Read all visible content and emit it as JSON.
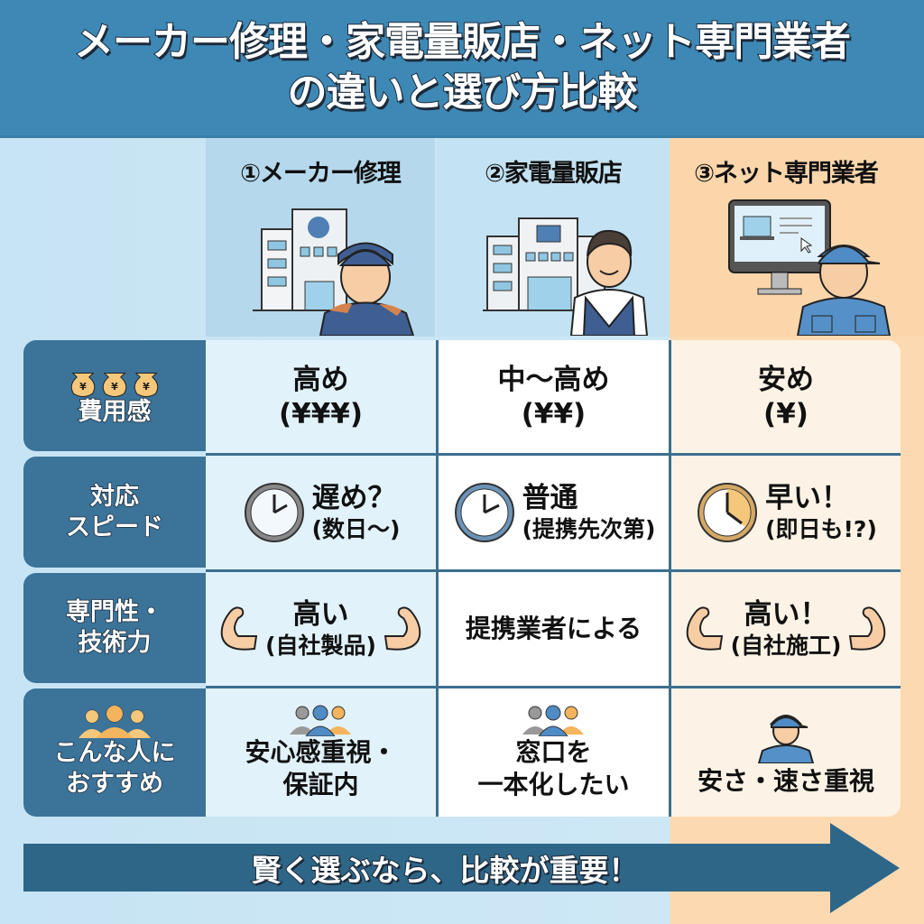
{
  "title": {
    "line1": "メーカー修理・家電量販店・ネット専門業者",
    "line2": "の違いと選び方比較"
  },
  "columns": [
    {
      "label": "①メーカー修理",
      "illustration": "manufacturer-building-with-technician"
    },
    {
      "label": "②家電量販店",
      "illustration": "electronics-store-with-staff"
    },
    {
      "label": "③ネット専門業者",
      "illustration": "computer-monitor-with-technician"
    }
  ],
  "rows": [
    {
      "label_lines": [
        "費用感"
      ],
      "icon": "money-bag-yen-icon",
      "cells": [
        {
          "main": "高め",
          "sub": "(¥¥¥)"
        },
        {
          "main": "中〜高め",
          "sub": "(¥¥)"
        },
        {
          "main": "安め",
          "sub": "(¥)"
        }
      ]
    },
    {
      "label_lines": [
        "対応",
        "スピード"
      ],
      "cells": [
        {
          "icon": "clock-icon",
          "main": "遅め？",
          "sub": "(数日〜)"
        },
        {
          "icon": "clock-icon",
          "main": "普通",
          "sub": "(提携先次第)"
        },
        {
          "icon": "clock-icon",
          "main": "早い！",
          "sub": "(即日も!?)"
        }
      ]
    },
    {
      "label_lines": [
        "専門性・",
        "技術力"
      ],
      "cells": [
        {
          "icon": "flexed-arm-icon",
          "main": "高い",
          "sub": "(自社製品)"
        },
        {
          "main": "提携業者による"
        },
        {
          "icon": "flexed-arm-icon",
          "main": "高い！",
          "sub": "(自社施工)"
        }
      ]
    },
    {
      "label_lines": [
        "こんな人に",
        "おすすめ"
      ],
      "icon": "people-group-icon",
      "cells": [
        {
          "icon": "people-group-icon",
          "main_lines": [
            "安心感重視・",
            "保証内"
          ]
        },
        {
          "icon": "people-group-icon",
          "main_lines": [
            "窓口を",
            "一本化したい"
          ]
        },
        {
          "icon": "technician-icon",
          "main_lines": [
            "安さ・速さ重視"
          ]
        }
      ]
    }
  ],
  "footer": {
    "text": "賢く選ぶなら、比較が重要！"
  },
  "colors": {
    "title_bg": "#3e88b5",
    "label_bg": "#3b7399",
    "border": "#3d6f90",
    "col1_bg": "#e2f2fb",
    "col2_bg": "#ffffff",
    "col3_bg": "#fcf3e6",
    "accent_orange": "#fcd6ab",
    "arrow": "#2e6688"
  }
}
